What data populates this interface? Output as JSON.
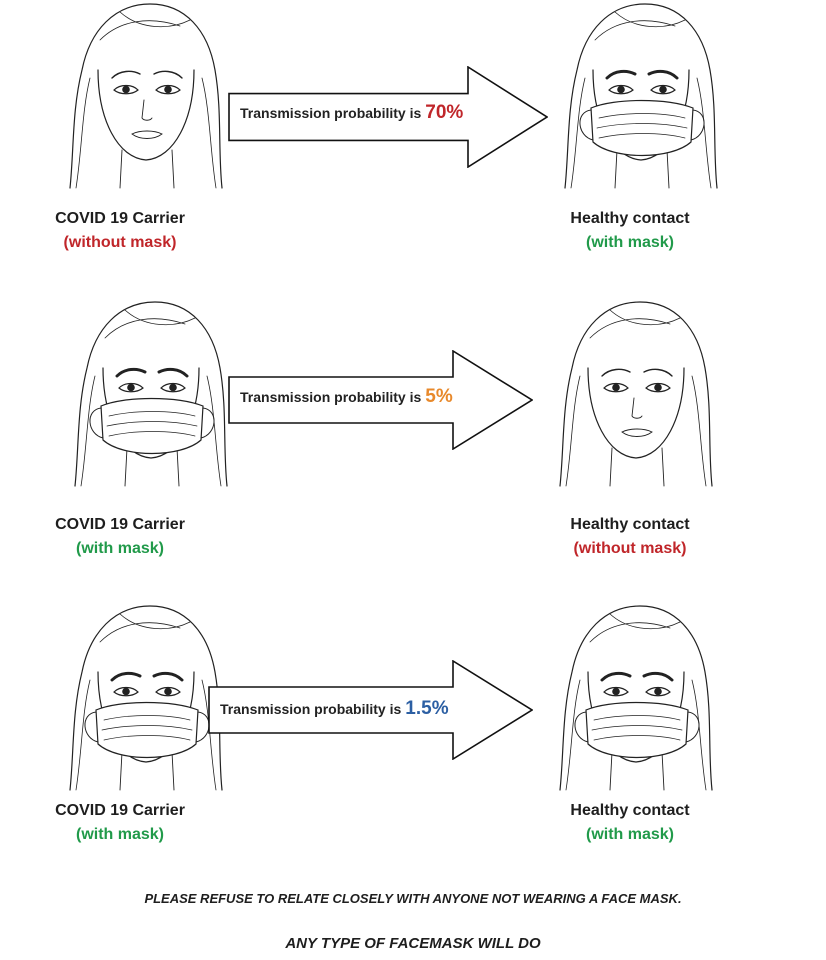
{
  "colors": {
    "red": "#c0262a",
    "green": "#219a4a",
    "orange": "#e8892b",
    "blue": "#2c5fa3"
  },
  "rows": [
    {
      "carrier_role": "COVID 19 Carrier",
      "carrier_status": "(without mask)",
      "carrier_status_color": "#c0262a",
      "contact_role": "Healthy contact",
      "contact_status": "(with mask)",
      "contact_status_color": "#219a4a",
      "arrow_text": "Transmission probability is",
      "probability": "70%",
      "probability_color": "#c0262a",
      "carrier_masked": false,
      "contact_masked": true
    },
    {
      "carrier_role": "COVID 19 Carrier",
      "carrier_status": "(with mask)",
      "carrier_status_color": "#219a4a",
      "contact_role": "Healthy contact",
      "contact_status": "(without mask)",
      "contact_status_color": "#c0262a",
      "arrow_text": "Transmission probability is",
      "probability": "5%",
      "probability_color": "#e8892b",
      "carrier_masked": true,
      "contact_masked": false
    },
    {
      "carrier_role": "COVID 19 Carrier",
      "carrier_status": "(with mask)",
      "carrier_status_color": "#219a4a",
      "contact_role": "Healthy contact",
      "contact_status": "(with mask)",
      "contact_status_color": "#219a4a",
      "arrow_text": "Transmission probability is",
      "probability": "1.5%",
      "probability_color": "#2c5fa3",
      "carrier_masked": true,
      "contact_masked": true
    }
  ],
  "footer": {
    "line1": "PLEASE REFUSE TO RELATE CLOSELY WITH ANYONE NOT WEARING A FACE MASK.",
    "line2": "ANY TYPE OF FACEMASK WILL DO"
  }
}
